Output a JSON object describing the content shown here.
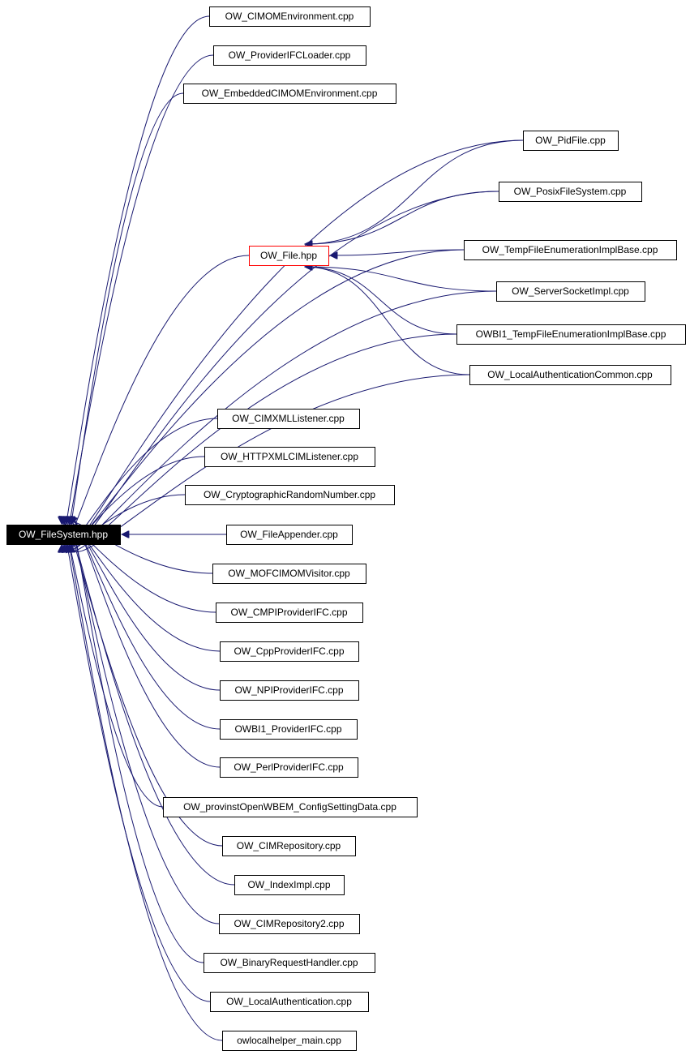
{
  "diagram": {
    "colors": {
      "edge": "#191970",
      "box_border": "#000000",
      "highlight_border": "#ff0000",
      "root_fill": "#000000",
      "root_text": "#ffffff",
      "text": "#000000"
    },
    "root": {
      "id": "filesystem",
      "label": "OW_FileSystem.hpp",
      "style": "root"
    },
    "nodes": [
      {
        "id": "cimom_env",
        "label": "OW_CIMOMEnvironment.cpp"
      },
      {
        "id": "provider_ifc_loader",
        "label": "OW_ProviderIFCLoader.cpp"
      },
      {
        "id": "embedded_cimom_env",
        "label": "OW_EmbeddedCIMOMEnvironment.cpp"
      },
      {
        "id": "pidfile",
        "label": "OW_PidFile.cpp"
      },
      {
        "id": "posix_fs",
        "label": "OW_PosixFileSystem.cpp"
      },
      {
        "id": "file_hpp",
        "label": "OW_File.hpp",
        "style": "highlight"
      },
      {
        "id": "tempfile_enum",
        "label": "OW_TempFileEnumerationImplBase.cpp"
      },
      {
        "id": "server_socket",
        "label": "OW_ServerSocketImpl.cpp"
      },
      {
        "id": "owbi1_tempfile_enum",
        "label": "OWBI1_TempFileEnumerationImplBase.cpp"
      },
      {
        "id": "local_auth_common",
        "label": "OW_LocalAuthenticationCommon.cpp"
      },
      {
        "id": "cimxml_listener",
        "label": "OW_CIMXMLListener.cpp"
      },
      {
        "id": "httpxml_listener",
        "label": "OW_HTTPXMLCIMListener.cpp"
      },
      {
        "id": "crypto_random",
        "label": "OW_CryptographicRandomNumber.cpp"
      },
      {
        "id": "file_appender",
        "label": "OW_FileAppender.cpp"
      },
      {
        "id": "mof_cimom_visitor",
        "label": "OW_MOFCIMOMVisitor.cpp"
      },
      {
        "id": "cmpi_provider",
        "label": "OW_CMPIProviderIFC.cpp"
      },
      {
        "id": "cpp_provider",
        "label": "OW_CppProviderIFC.cpp"
      },
      {
        "id": "npi_provider",
        "label": "OW_NPIProviderIFC.cpp"
      },
      {
        "id": "owbi1_provider",
        "label": "OWBI1_ProviderIFC.cpp"
      },
      {
        "id": "perl_provider",
        "label": "OW_PerlProviderIFC.cpp"
      },
      {
        "id": "provinst_config",
        "label": "OW_provinstOpenWBEM_ConfigSettingData.cpp"
      },
      {
        "id": "cim_repository",
        "label": "OW_CIMRepository.cpp"
      },
      {
        "id": "index_impl",
        "label": "OW_IndexImpl.cpp"
      },
      {
        "id": "cim_repository2",
        "label": "OW_CIMRepository2.cpp"
      },
      {
        "id": "binary_request_handler",
        "label": "OW_BinaryRequestHandler.cpp"
      },
      {
        "id": "local_auth",
        "label": "OW_LocalAuthentication.cpp"
      },
      {
        "id": "owlocalhelper_main",
        "label": "owlocalhelper_main.cpp"
      }
    ],
    "edges": [
      {
        "from": "cimom_env",
        "to": "filesystem"
      },
      {
        "from": "provider_ifc_loader",
        "to": "filesystem"
      },
      {
        "from": "embedded_cimom_env",
        "to": "filesystem"
      },
      {
        "from": "pidfile",
        "to": "filesystem"
      },
      {
        "from": "posix_fs",
        "to": "filesystem"
      },
      {
        "from": "file_hpp",
        "to": "filesystem"
      },
      {
        "from": "tempfile_enum",
        "to": "filesystem"
      },
      {
        "from": "server_socket",
        "to": "filesystem"
      },
      {
        "from": "owbi1_tempfile_enum",
        "to": "filesystem"
      },
      {
        "from": "local_auth_common",
        "to": "filesystem"
      },
      {
        "from": "cimxml_listener",
        "to": "filesystem"
      },
      {
        "from": "httpxml_listener",
        "to": "filesystem"
      },
      {
        "from": "crypto_random",
        "to": "filesystem"
      },
      {
        "from": "file_appender",
        "to": "filesystem"
      },
      {
        "from": "mof_cimom_visitor",
        "to": "filesystem"
      },
      {
        "from": "cmpi_provider",
        "to": "filesystem"
      },
      {
        "from": "cpp_provider",
        "to": "filesystem"
      },
      {
        "from": "npi_provider",
        "to": "filesystem"
      },
      {
        "from": "owbi1_provider",
        "to": "filesystem"
      },
      {
        "from": "perl_provider",
        "to": "filesystem"
      },
      {
        "from": "provinst_config",
        "to": "filesystem"
      },
      {
        "from": "cim_repository",
        "to": "filesystem"
      },
      {
        "from": "index_impl",
        "to": "filesystem"
      },
      {
        "from": "cim_repository2",
        "to": "filesystem"
      },
      {
        "from": "binary_request_handler",
        "to": "filesystem"
      },
      {
        "from": "local_auth",
        "to": "filesystem"
      },
      {
        "from": "owlocalhelper_main",
        "to": "filesystem"
      },
      {
        "from": "pidfile",
        "to": "file_hpp"
      },
      {
        "from": "posix_fs",
        "to": "file_hpp"
      },
      {
        "from": "tempfile_enum",
        "to": "file_hpp"
      },
      {
        "from": "server_socket",
        "to": "file_hpp"
      },
      {
        "from": "owbi1_tempfile_enum",
        "to": "file_hpp"
      },
      {
        "from": "local_auth_common",
        "to": "file_hpp"
      }
    ]
  }
}
